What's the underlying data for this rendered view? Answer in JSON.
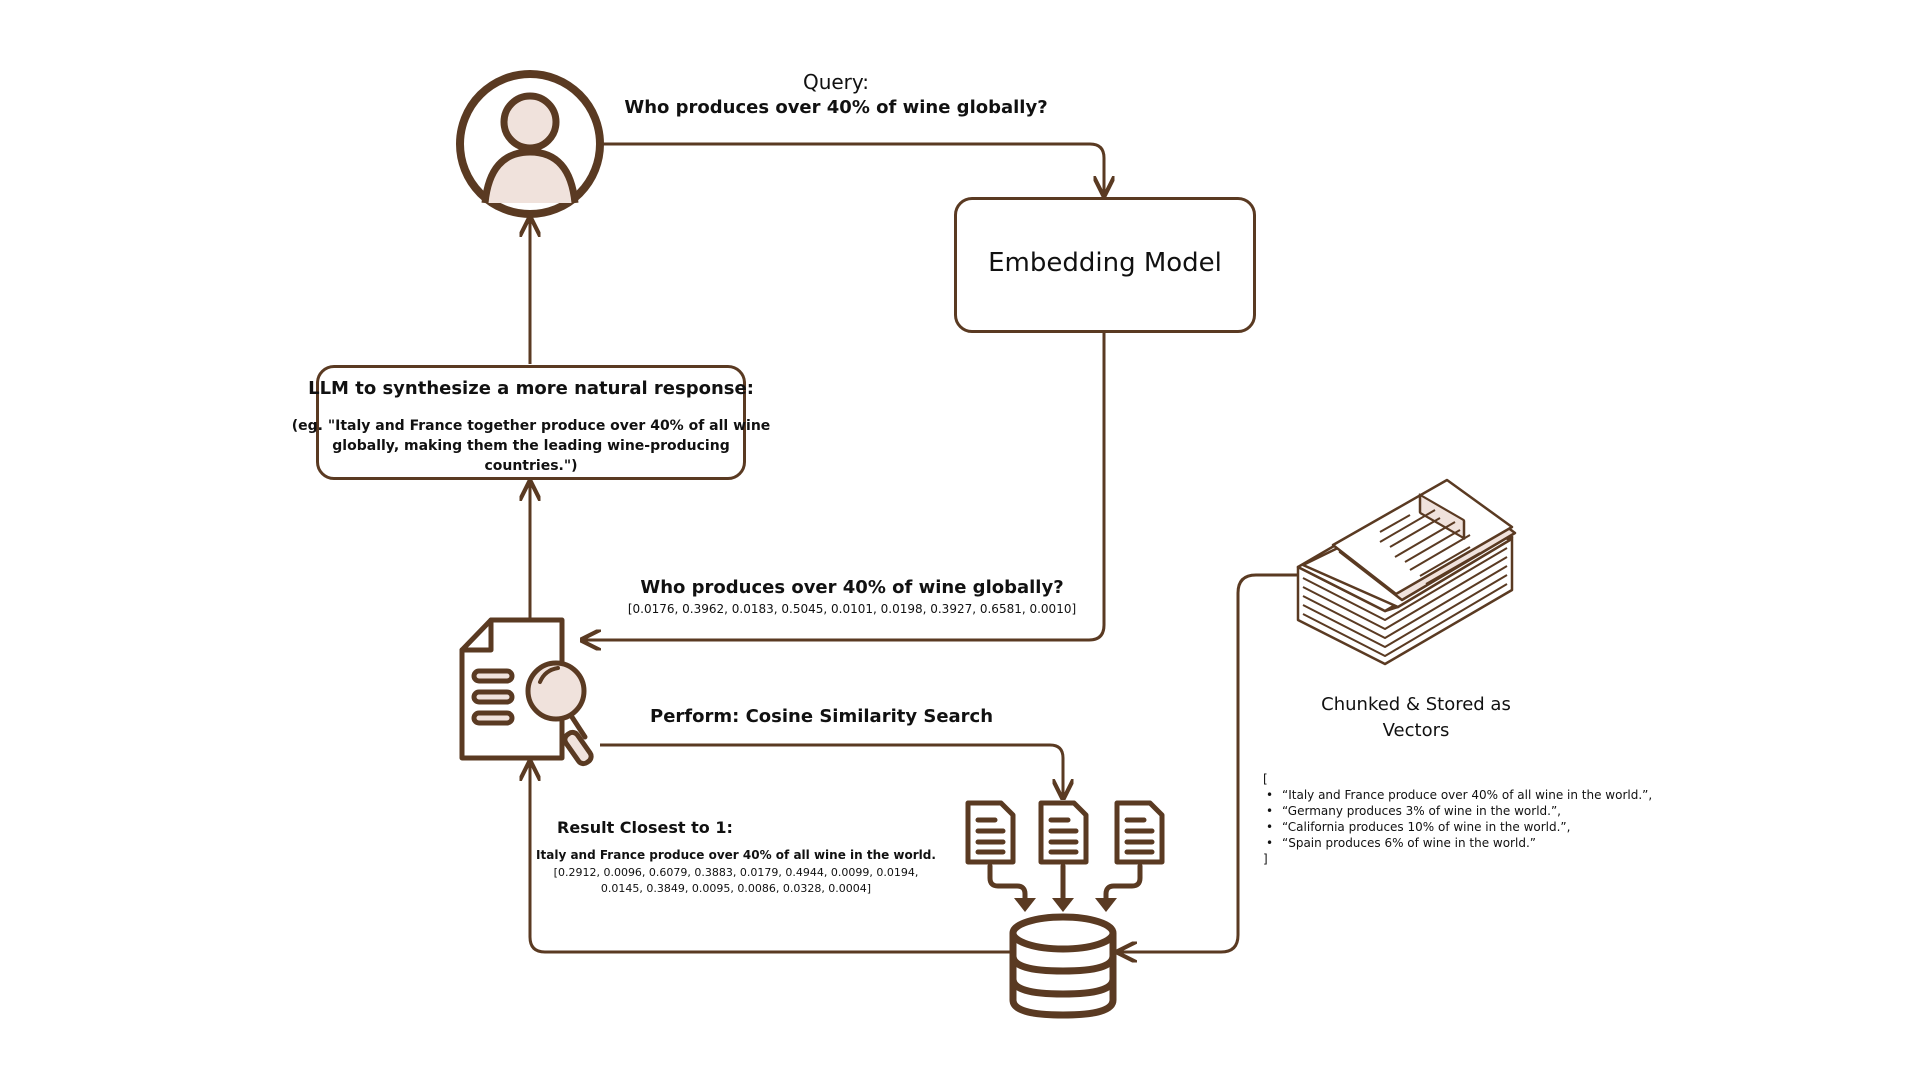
{
  "colors": {
    "stroke": "#5a3a22",
    "fill": "#f0e2dc",
    "text": "#111111",
    "background": "#ffffff"
  },
  "query": {
    "label": "Query:",
    "question": "Who produces over 40% of wine globally?"
  },
  "embedding_model": {
    "label": "Embedding Model"
  },
  "llm_box": {
    "title": "LLM to synthesize a more natural response:",
    "example_line1": "(eg. \"Italy and France together produce over 40% of all wine",
    "example_line2": "globally, making them the leading wine-producing",
    "example_line3": "countries.\")"
  },
  "query_vector": {
    "question": "Who produces over 40% of wine globally?",
    "vector": "[0.0176, 0.3962, 0.0183, 0.5045, 0.0101, 0.0198, 0.3927, 0.6581, 0.0010]"
  },
  "search": {
    "label": "Perform: Cosine Similarity Search"
  },
  "result": {
    "title": "Result Closest to 1:",
    "sentence": "Italy and France produce over 40% of all wine in the world.",
    "vector_line1": "[0.2912, 0.0096, 0.6079, 0.3883, 0.0179, 0.4944, 0.0099, 0.0194,",
    "vector_line2": "0.0145, 0.3849, 0.0095, 0.0086, 0.0328, 0.0004]"
  },
  "storage": {
    "label_line1": "Chunked & Stored as",
    "label_line2": "Vectors",
    "open_bracket": "[",
    "close_bracket": "]",
    "bullet": "•",
    "chunks": [
      "“Italy and France produce over 40% of all wine in the world.”,",
      "“Germany produces 3% of wine in the world.”,",
      "“California produces 10% of wine in the world.”,",
      "“Spain produces 6% of wine in the world.”"
    ]
  },
  "icons": [
    "user-icon",
    "document-search-icon",
    "database-icon",
    "document-icon",
    "paper-stack-icon"
  ]
}
